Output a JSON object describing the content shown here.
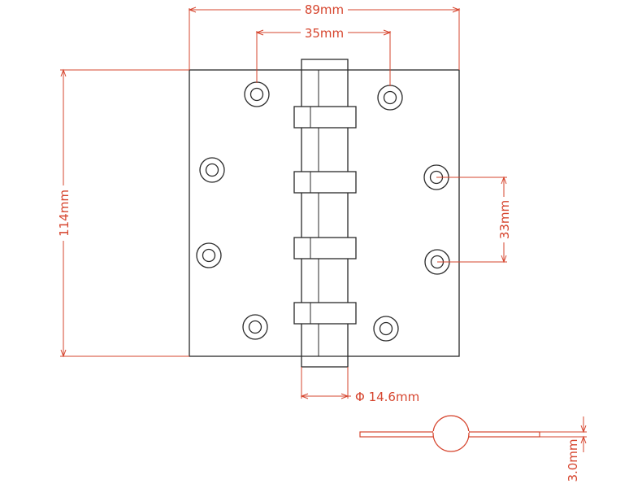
{
  "colors": {
    "outline": "#2a2a2a",
    "dimension": "#d6452e",
    "background": "#ffffff"
  },
  "dimensions": {
    "overall_width": "89mm",
    "hole_spacing_horizontal": "35mm",
    "overall_height": "114mm",
    "hole_spacing_vertical": "33mm",
    "knuckle_diameter": "Φ 14.6mm",
    "leaf_thickness": "3.0mm"
  }
}
